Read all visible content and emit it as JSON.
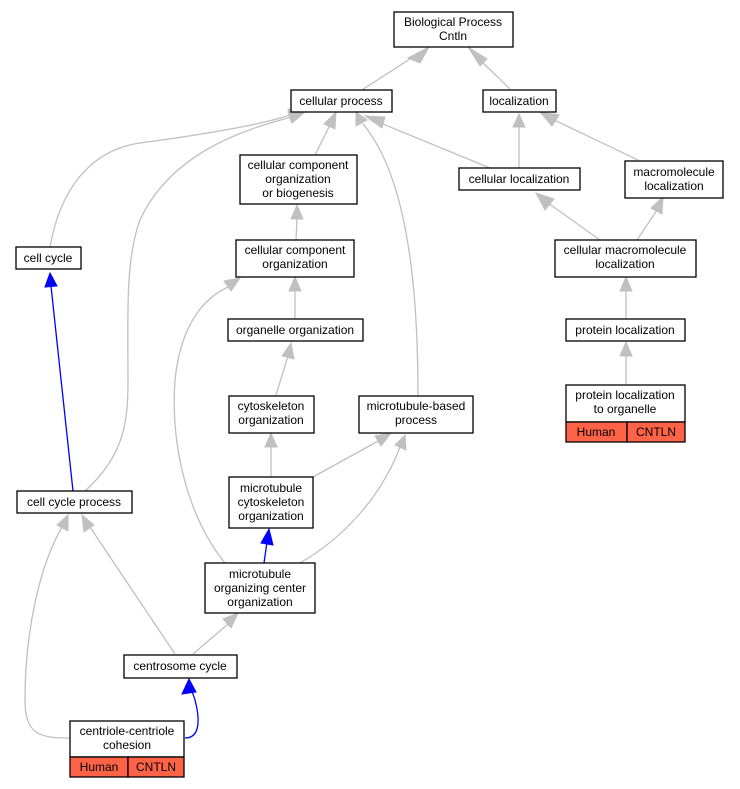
{
  "nodes": {
    "bp_root": [
      "Biological Process",
      "Cntln"
    ],
    "cellular_process": [
      "cellular process"
    ],
    "localization": [
      "localization"
    ],
    "cccob": [
      "cellular component",
      "organization",
      "or biogenesis"
    ],
    "cellular_localization": [
      "cellular localization"
    ],
    "macromolecule_localization": [
      "macromolecule",
      "localization"
    ],
    "cell_cycle": [
      "cell cycle"
    ],
    "cco": [
      "cellular component",
      "organization"
    ],
    "cml": [
      "cellular macromolecule",
      "localization"
    ],
    "organelle_org": [
      "organelle organization"
    ],
    "protein_localization": [
      "protein localization"
    ],
    "cytoskeleton_org": [
      "cytoskeleton",
      "organization"
    ],
    "mt_based_process": [
      "microtubule-based",
      "process"
    ],
    "plo": [
      "protein localization",
      "to organelle"
    ],
    "cell_cycle_process": [
      "cell cycle process"
    ],
    "mt_cyto_org": [
      "microtubule",
      "cytoskeleton",
      "organization"
    ],
    "mtoc_org": [
      "microtubule",
      "organizing center",
      "organization"
    ],
    "centrosome_cycle": [
      "centrosome cycle"
    ],
    "cc_cohesion": [
      "centriole-centriole",
      "cohesion"
    ]
  },
  "annotations": {
    "plo": [
      "Human",
      "CNTLN"
    ],
    "cc_cohesion": [
      "Human",
      "CNTLN"
    ]
  },
  "colors": {
    "edge_is_a": "#c0c0c0",
    "edge_part_of": "#0000ff",
    "annotation_fill": "#ff6347"
  }
}
